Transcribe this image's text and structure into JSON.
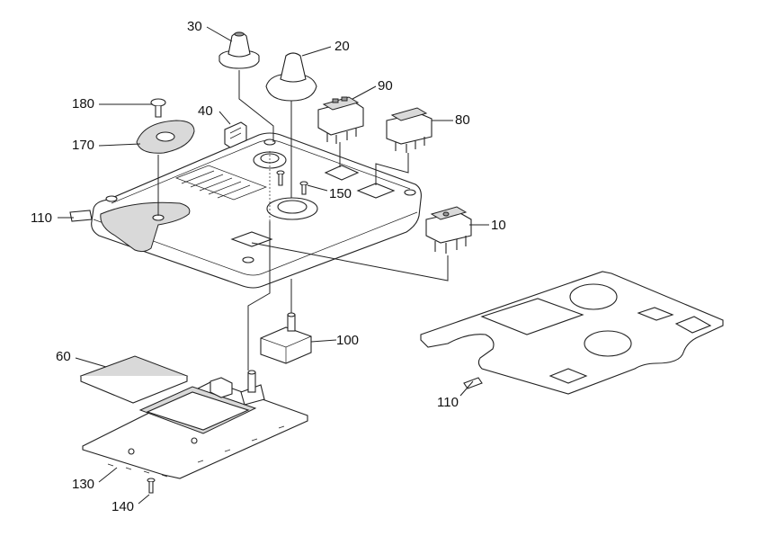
{
  "callouts": [
    {
      "id": "p30",
      "text": "30"
    },
    {
      "id": "p20",
      "text": "20"
    },
    {
      "id": "p90",
      "text": "90"
    },
    {
      "id": "p80",
      "text": "80"
    },
    {
      "id": "p180",
      "text": "180"
    },
    {
      "id": "p40",
      "text": "40"
    },
    {
      "id": "p170",
      "text": "170"
    },
    {
      "id": "p150",
      "text": "150"
    },
    {
      "id": "p110a",
      "text": "110"
    },
    {
      "id": "p10",
      "text": "10"
    },
    {
      "id": "p100",
      "text": "100"
    },
    {
      "id": "p60",
      "text": "60"
    },
    {
      "id": "p110b",
      "text": "110"
    },
    {
      "id": "p130",
      "text": "130"
    },
    {
      "id": "p140",
      "text": "140"
    }
  ]
}
